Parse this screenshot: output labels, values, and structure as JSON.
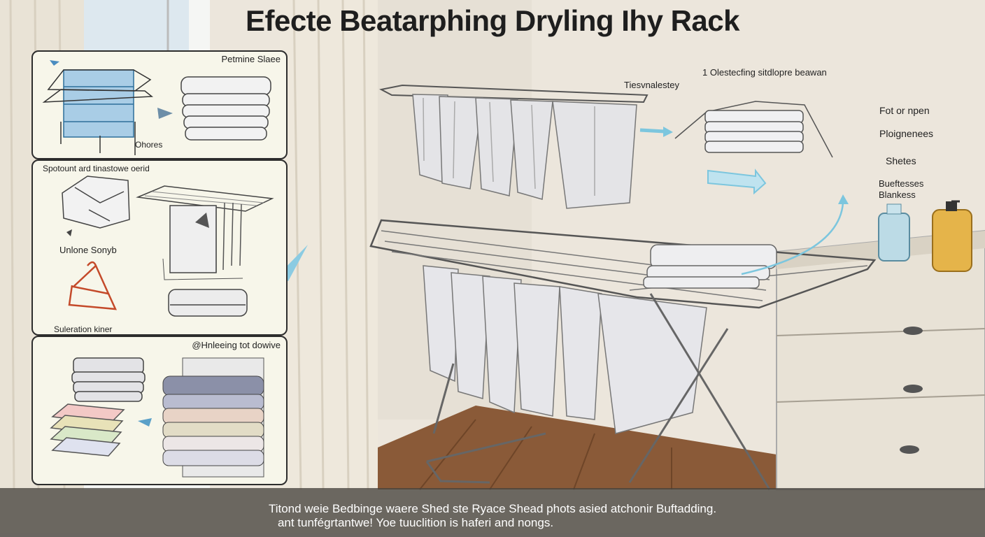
{
  "title": "Efecte Beatarphing Dryling Ihy Rack",
  "panels": {
    "top": {
      "heading": "Petmine Slaee",
      "note": "Ohores"
    },
    "middle": {
      "heading": "Spotount ard tinastowe oerid",
      "label_a": "Unlone Sonyb",
      "label_b": "Suleration kiner"
    },
    "bottom": {
      "heading": "@Hnleeing tot dowive"
    }
  },
  "annotations": {
    "rack_top": "Tiesvnalestey",
    "folded_top": "1 Olestecfing sitdlopre beawan",
    "right_list": [
      "Fot or npen",
      "Ploignenees",
      "Shetes",
      "Bueftesses",
      "Blankess"
    ]
  },
  "caption": {
    "line1": "Titond weie Bedbinge waere Shed ste Ryace Shead phots asied atchonir Buftadding.",
    "line2": "ant tunfégrtantwe! Yoe tuuclition is haferi and nongs."
  },
  "colors": {
    "accent_arrow": "#7cc6de",
    "blue_fabric": "#a9cde6",
    "hanger_red": "#c44a2a",
    "bottle_yellow": "#e5b44a",
    "floor": "#8a5a38"
  }
}
